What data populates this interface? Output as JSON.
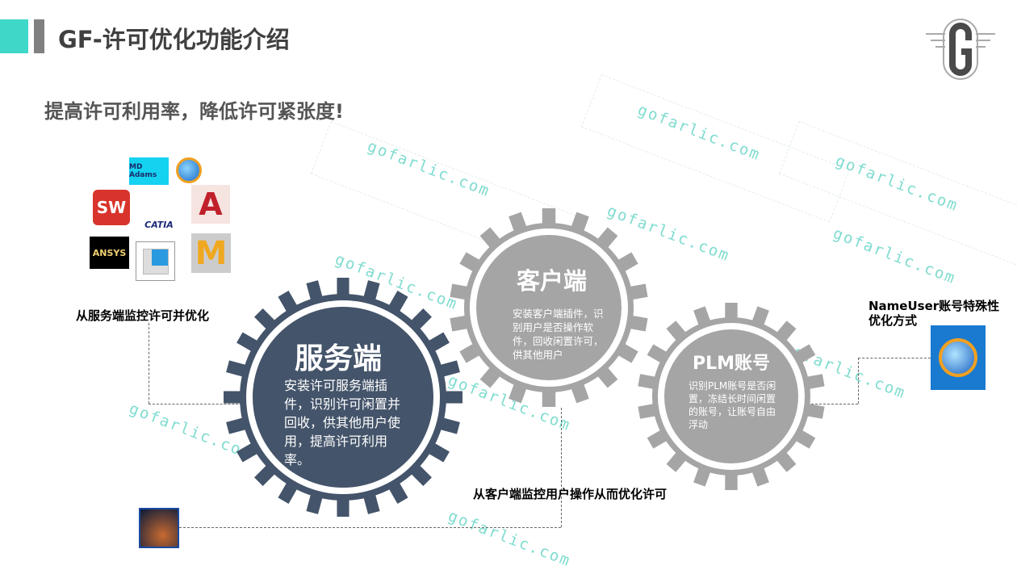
{
  "header": {
    "title": "GF-许可优化功能介绍",
    "subtitle": "提高许可利用率，降低许可紧张度!",
    "accent_color": "#3fd7c7",
    "bar_color": "#808080"
  },
  "watermark": "gofarlic.com",
  "logos": {
    "adams": "MD Adams",
    "solidworks": "SW",
    "catia": "CATIA",
    "ansys": "ANSYS",
    "autocad": "A",
    "maya": "M"
  },
  "labels": {
    "server_monitor": "从服务端监控许可并优化",
    "client_monitor": "从客户端监控用户操作从而优化许可",
    "nameuser": "NameUser账号特殊性优化方式"
  },
  "gears": {
    "server": {
      "title": "服务端",
      "desc": "安装许可服务端插件，识别许可闲置并回收，供其他用户使用，提高许可利用率。",
      "color": "#44546a"
    },
    "client": {
      "title": "客户端",
      "desc": "安装客户端插件，识别用户是否操作软件，回收闲置许可，供其他用户",
      "color": "#a5a5a5"
    },
    "plm": {
      "title": "PLM账号",
      "desc": "识别PLM账号是否闲置，冻结长时间闲置的账号，让账号自由浮动",
      "color": "#a5a5a5"
    }
  }
}
